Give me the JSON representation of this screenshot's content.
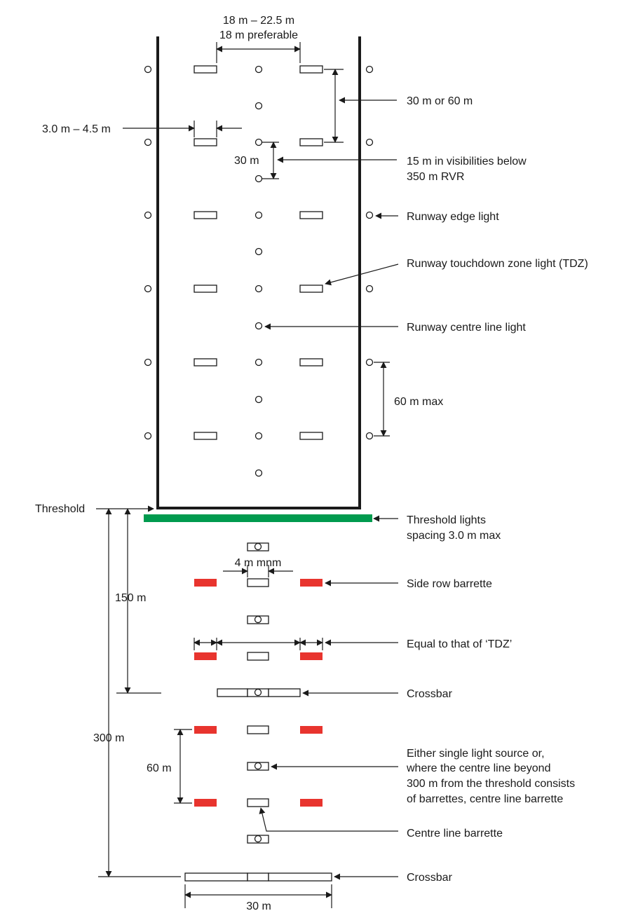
{
  "colors": {
    "threshold_bar": "#009a4e",
    "side_row_barrette": "#e8342e",
    "line": "#1a1a1a"
  },
  "labels": {
    "tdz_spacing_line1": "18 m – 22.5 m",
    "tdz_spacing_line2": "18 m preferable",
    "tdz_row_spacing": "30 m or 60 m",
    "tdz_width": "3.0 m – 4.5 m",
    "centreline_spacing": "30 m",
    "low_vis_line1": "15 m in visibilities below",
    "low_vis_line2": "350 m RVR",
    "edge_light": "Runway edge light",
    "tdz_light": "Runway touchdown zone light (TDZ)",
    "centre_line_light": "Runway centre line light",
    "edge_spacing": "60 m max",
    "threshold": "Threshold",
    "threshold_lights_line1": "Threshold lights",
    "threshold_lights_line2": "spacing 3.0 m max",
    "gap_4m": "4 m mnm",
    "side_row_barrette": "Side row barrette",
    "equal_tdz": "Equal to that of ‘TDZ’",
    "dist_150": "150 m",
    "crossbar_1": "Crossbar",
    "dist_300": "300 m",
    "dist_60": "60 m",
    "either_line1": "Either single light source or,",
    "either_line2": "where the centre line beyond",
    "either_line3": "300 m from the threshold consists",
    "either_line4": "of barrettes, centre line barrette",
    "centre_line_barrette": "Centre line barrette",
    "crossbar_2": "Crossbar",
    "width_30": "30 m"
  }
}
